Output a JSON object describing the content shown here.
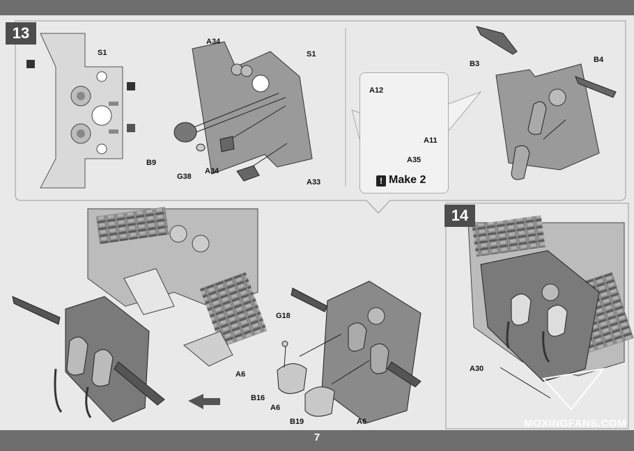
{
  "page": {
    "number": "7",
    "watermark": "MOXINGFANS.COM"
  },
  "steps": [
    {
      "number": "13"
    },
    {
      "number": "14"
    }
  ],
  "callouts": {
    "s1_a": "S1",
    "s1_b": "S1",
    "a34_a": "A34",
    "a34_b": "A34",
    "b9": "B9",
    "g38": "G38",
    "a33": "A33",
    "a12": "A12",
    "a11": "A11",
    "a35": "A35",
    "b3": "B3",
    "b4": "B4",
    "g18": "G18",
    "a6_a": "A6",
    "a6_b": "A6",
    "a6_c": "A6",
    "b16": "B16",
    "b19": "B19",
    "a30": "A30"
  },
  "make": {
    "label": "Make 2",
    "icon": "exclamation-icon"
  },
  "icons": {
    "left_arrow": "left-arrow-icon",
    "drill_icon": "drill-hole-icon",
    "cut_icon": "cut-icon"
  }
}
